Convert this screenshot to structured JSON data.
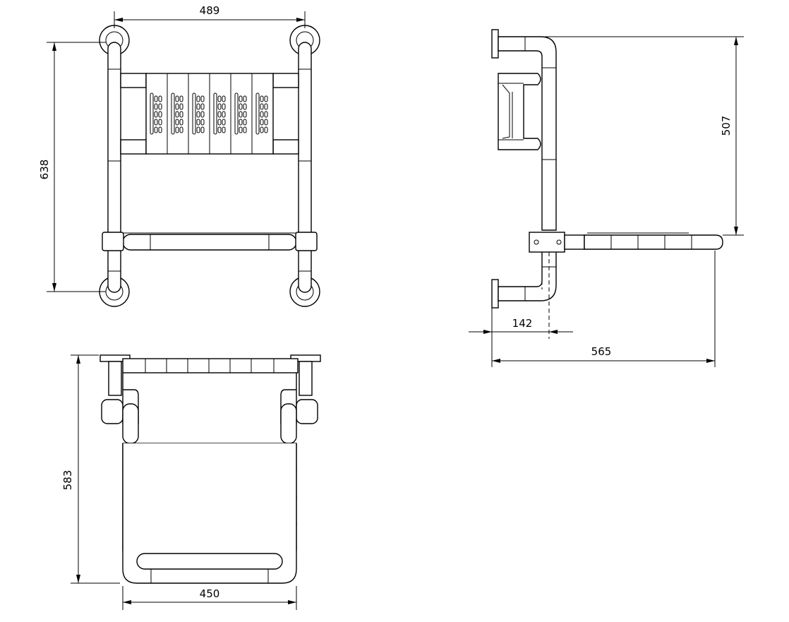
{
  "dimensions": {
    "front_width": "489",
    "front_height": "638",
    "top_depth": "583",
    "top_width": "450",
    "side_height": "507",
    "side_offset": "142",
    "side_depth": "565"
  },
  "colors": {
    "line": "#000000",
    "background": "#ffffff"
  }
}
